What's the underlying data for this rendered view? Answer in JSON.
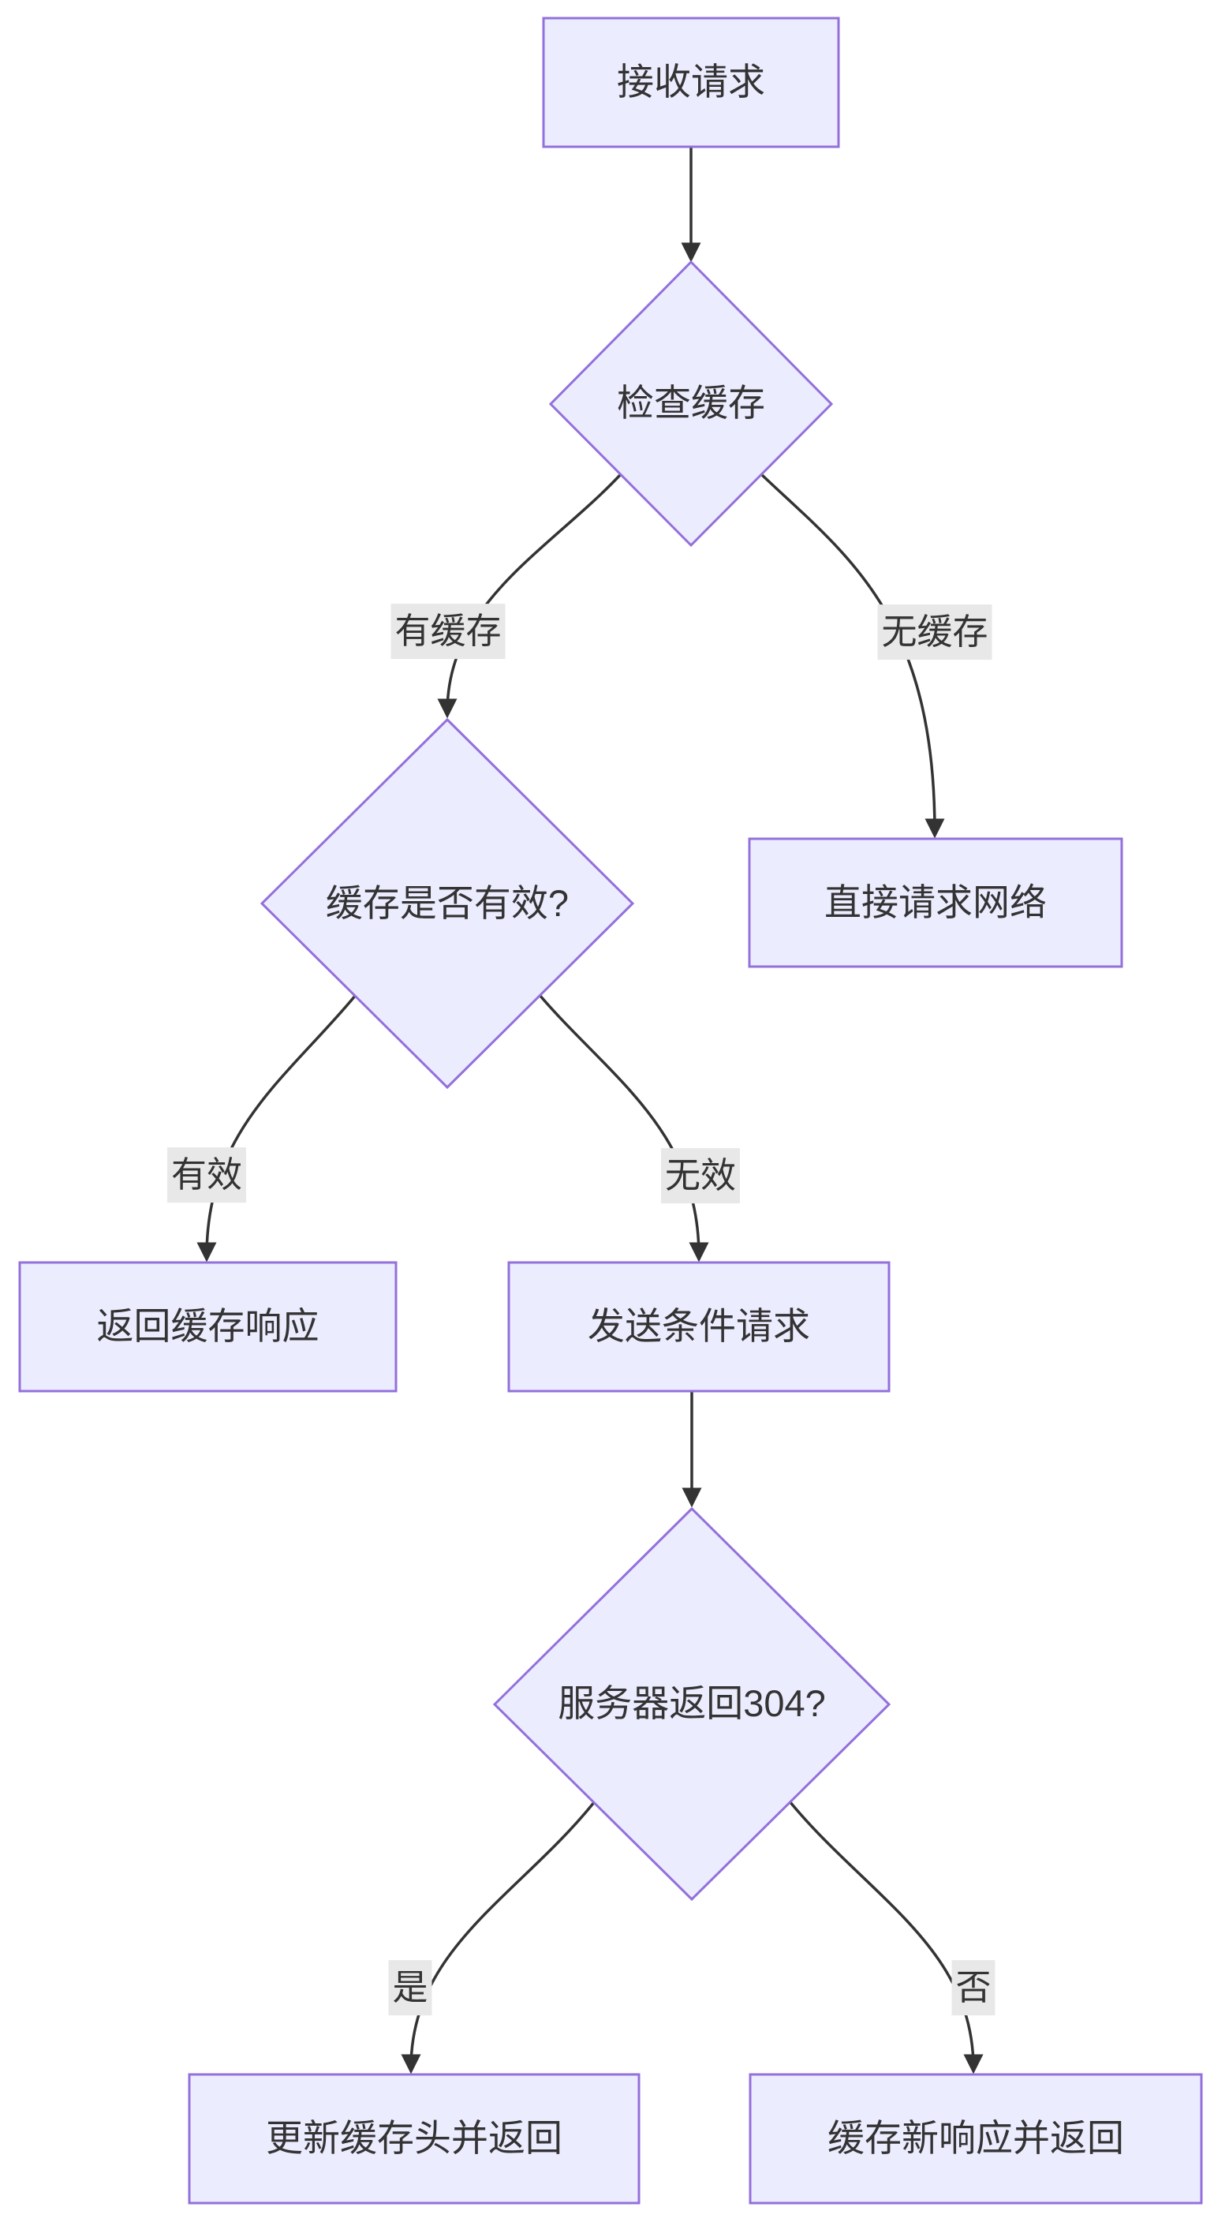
{
  "diagram": {
    "type": "flowchart",
    "background": "#ffffff",
    "theme": {
      "node_fill": "#ECECFF",
      "node_border": "#9370DB",
      "edge_color": "#333333",
      "text_color": "#333333",
      "edge_label_bg": "#e8e8e8"
    },
    "nodes": [
      {
        "id": "A",
        "type": "rect",
        "label": "接收请求"
      },
      {
        "id": "B",
        "type": "diamond",
        "label": "检查缓存"
      },
      {
        "id": "C",
        "type": "diamond",
        "label": "缓存是否有效?"
      },
      {
        "id": "E",
        "type": "rect",
        "label": "直接请求网络"
      },
      {
        "id": "D1",
        "type": "rect",
        "label": "返回缓存响应"
      },
      {
        "id": "D2",
        "type": "rect",
        "label": "发送条件请求"
      },
      {
        "id": "F",
        "type": "diamond",
        "label": "服务器返回304?"
      },
      {
        "id": "G",
        "type": "rect",
        "label": "更新缓存头并返回"
      },
      {
        "id": "H",
        "type": "rect",
        "label": "缓存新响应并返回"
      }
    ],
    "edges": [
      {
        "from": "A",
        "to": "B",
        "label": ""
      },
      {
        "from": "B",
        "to": "C",
        "label": "有缓存"
      },
      {
        "from": "B",
        "to": "E",
        "label": "无缓存"
      },
      {
        "from": "C",
        "to": "D1",
        "label": "有效"
      },
      {
        "from": "C",
        "to": "D2",
        "label": "无效"
      },
      {
        "from": "D2",
        "to": "F",
        "label": ""
      },
      {
        "from": "F",
        "to": "G",
        "label": "是"
      },
      {
        "from": "F",
        "to": "H",
        "label": "否"
      }
    ]
  }
}
